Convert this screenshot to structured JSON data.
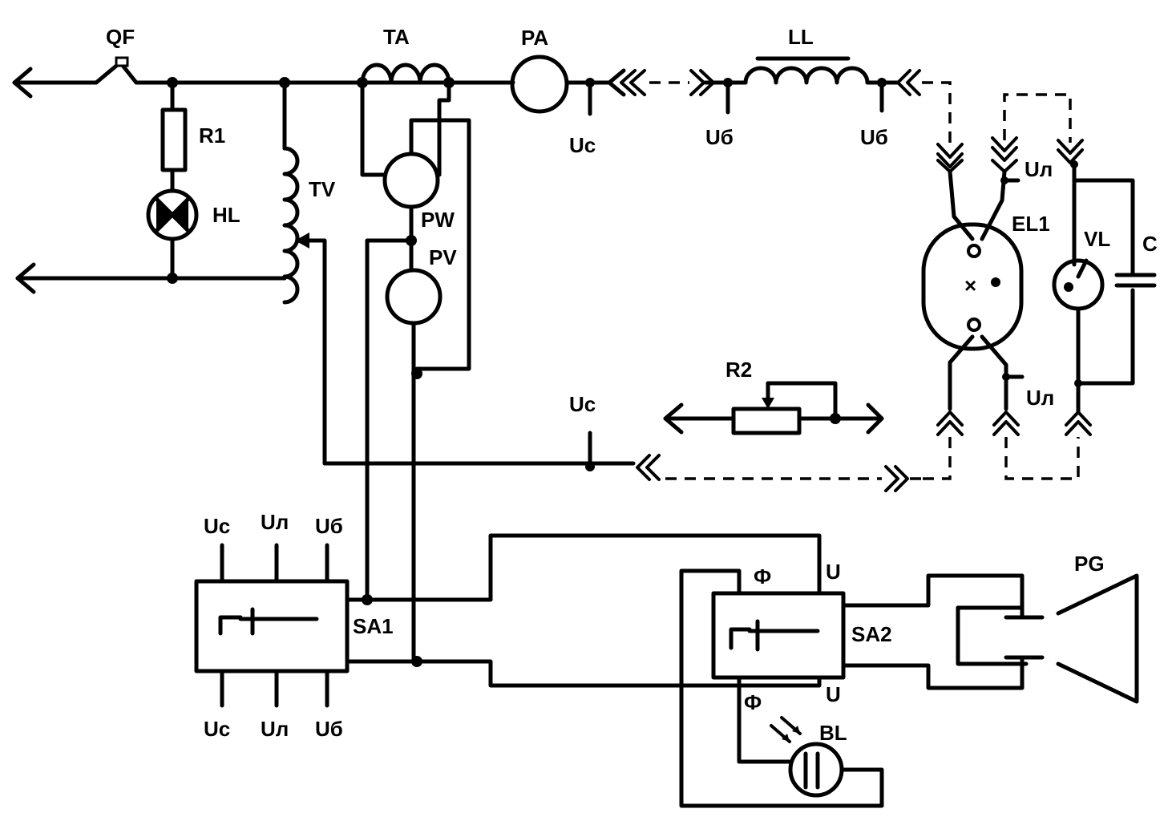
{
  "labels": {
    "qf": "QF",
    "ta": "TA",
    "pa": "PA",
    "ll": "LL",
    "r1": "R1",
    "hl": "HL",
    "tv": "TV",
    "pw": "PW",
    "pv": "PV",
    "el1": "EL1",
    "vl": "VL",
    "c": "C",
    "r2": "R2",
    "sa1": "SA1",
    "sa2": "SA2",
    "pg": "PG",
    "bl": "BL",
    "uc": "Uc",
    "ul": "Uл",
    "ub": "Uб",
    "phi": "Ф",
    "u": "U"
  }
}
